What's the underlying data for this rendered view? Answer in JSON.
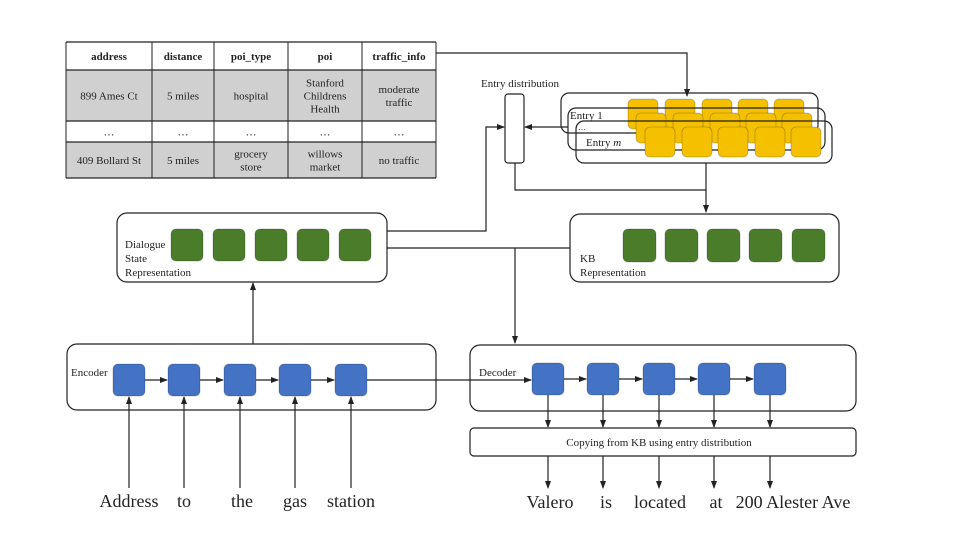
{
  "table": {
    "headers": [
      "address",
      "distance",
      "poi_type",
      "poi",
      "traffic_info"
    ],
    "rows": [
      [
        [
          "899 Ames Ct"
        ],
        [
          "5 miles"
        ],
        [
          "hospital"
        ],
        [
          "Stanford",
          "Childrens",
          "Health"
        ],
        [
          "moderate",
          "traffic"
        ]
      ],
      [
        [
          "…"
        ],
        [
          "…"
        ],
        [
          "…"
        ],
        [
          "…"
        ],
        [
          "…"
        ]
      ],
      [
        [
          "409 Bollard St"
        ],
        [
          "5 miles"
        ],
        [
          "grocery",
          "store"
        ],
        [
          "willows",
          "market"
        ],
        [
          "no traffic"
        ]
      ]
    ]
  },
  "entry_distribution": {
    "label": "Entry distribution"
  },
  "kb_entries": {
    "entry_first": "Entry 1",
    "ellipsis": "…",
    "entry_last_prefix": "Entry ",
    "entry_last_var": "m"
  },
  "dialogue_state": {
    "label_lines": [
      "Dialogue",
      "State",
      "Representation"
    ]
  },
  "kb_representation": {
    "label_lines": [
      "KB",
      "Representation"
    ]
  },
  "encoder": {
    "label": "Encoder"
  },
  "decoder": {
    "label": "Decoder"
  },
  "copy_box": {
    "label": "Copying from KB using entry distribution"
  },
  "input_words": [
    "Address",
    "to",
    "the",
    "gas",
    "station"
  ],
  "output_words": [
    "Valero",
    "is",
    "located",
    "at",
    "200 Alester Ave"
  ],
  "colors": {
    "kb_cell": "#f5c000",
    "representation_cell": "#4a7c2a",
    "rnn_cell": "#4472c4",
    "table_shaded": "#d0d0d0"
  }
}
